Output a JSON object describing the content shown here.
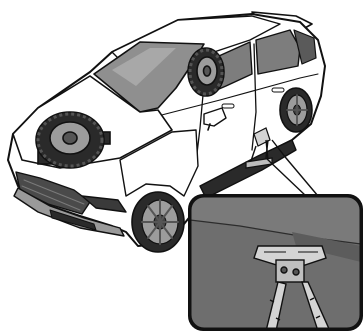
{
  "figure": {
    "subject": "vehicle-jacking-point-illustration",
    "palette": {
      "body_paint": "#ffffff",
      "glass": "#8f8f8f",
      "glass_dark": "#5a5a5a",
      "tire": "#2a2a2a",
      "rim": "#9c9c9c",
      "outline": "#111111",
      "detail_bg": "#6e6e6e",
      "jack": "#d4d4d4"
    },
    "parts": [
      "vehicle-body",
      "spare-tire-on-hood",
      "spare-tire-on-roof",
      "floor-jack",
      "jack-point-detail-inset"
    ]
  }
}
